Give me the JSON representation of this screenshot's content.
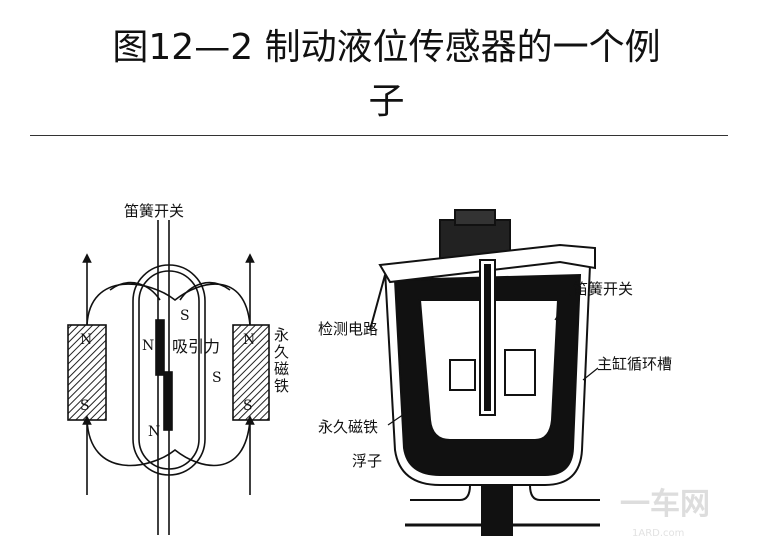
{
  "title": {
    "line1": "图12—2 制动液位传感器的一个例",
    "line2": "子"
  },
  "left_diagram": {
    "reed_switch_label": "笛簧开关",
    "attraction_label": "吸引力",
    "magnet_label": "永久磁铁",
    "poles": {
      "left_n": "N",
      "left_s": "S",
      "right_n": "N",
      "right_s": "S",
      "reed_n_upper": "N",
      "reed_s_upper": "S",
      "reed_s_lower": "S",
      "reed_n_lower": "N"
    }
  },
  "right_diagram": {
    "reed_switch_label": "笛簧开关",
    "detect_circuit_label": "检测电路",
    "reservoir_label": "主缸循环槽",
    "magnet_label": "永久磁铁",
    "float_label": "浮子"
  },
  "watermark": {
    "text": "一车网",
    "sub": "1ARD.com"
  }
}
